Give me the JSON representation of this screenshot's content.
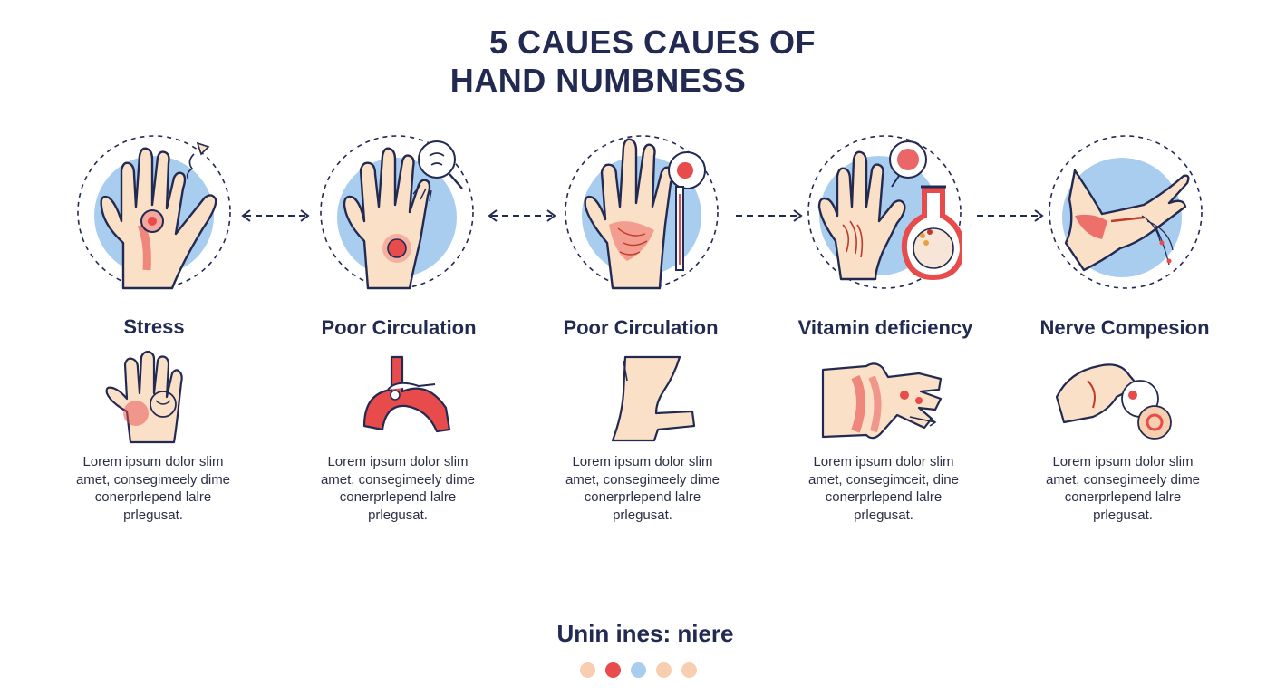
{
  "title": {
    "line1": "5 CAUES CAUES OF",
    "line2": "HAND NUMBNESS"
  },
  "causes": [
    {
      "title": "Stress",
      "description": [
        "Lorem ipsum dolor slim",
        "amet, consegimeely dime",
        "conerprlepend lalre",
        "prlegusat."
      ],
      "icon": "hand-stress-icon"
    },
    {
      "title": "Poor Circulation",
      "description": [
        "Lorem ipsum dolor slim",
        "amet, consegimeely dime",
        "conerprlepend lalre",
        "prlegusat."
      ],
      "icon": "hand-circulation-icon"
    },
    {
      "title": "Poor Circulation",
      "description": [
        "Lorem ipsum dolor slim",
        "amet, consegimeely dime",
        "conerprlepend lalre",
        "prlegusat."
      ],
      "icon": "hand-redness-icon"
    },
    {
      "title": "Vitamin deficiency",
      "description": [
        "Lorem ipsum dolor slim",
        "amet, consegimceit, dine",
        "conerprlepend lalre",
        "prlegusat."
      ],
      "icon": "vitamin-flask-icon"
    },
    {
      "title": "Nerve Compesion",
      "description": [
        "Lorem ipsum dolor slim",
        "amet, consegimeely dime",
        "conerprlepend lalre",
        "prlegusat."
      ],
      "icon": "nerve-wrist-icon"
    }
  ],
  "footer": {
    "text": "Unin ines: niere",
    "dots": [
      "#f7cfb0",
      "#e84b4b",
      "#a9cdee",
      "#f7cfb0",
      "#f7cfb0"
    ]
  },
  "colors": {
    "navy": "#232a52",
    "accent_blue": "#a9cdee",
    "accent_red": "#e84b4b",
    "skin": "#fbe0c8"
  }
}
